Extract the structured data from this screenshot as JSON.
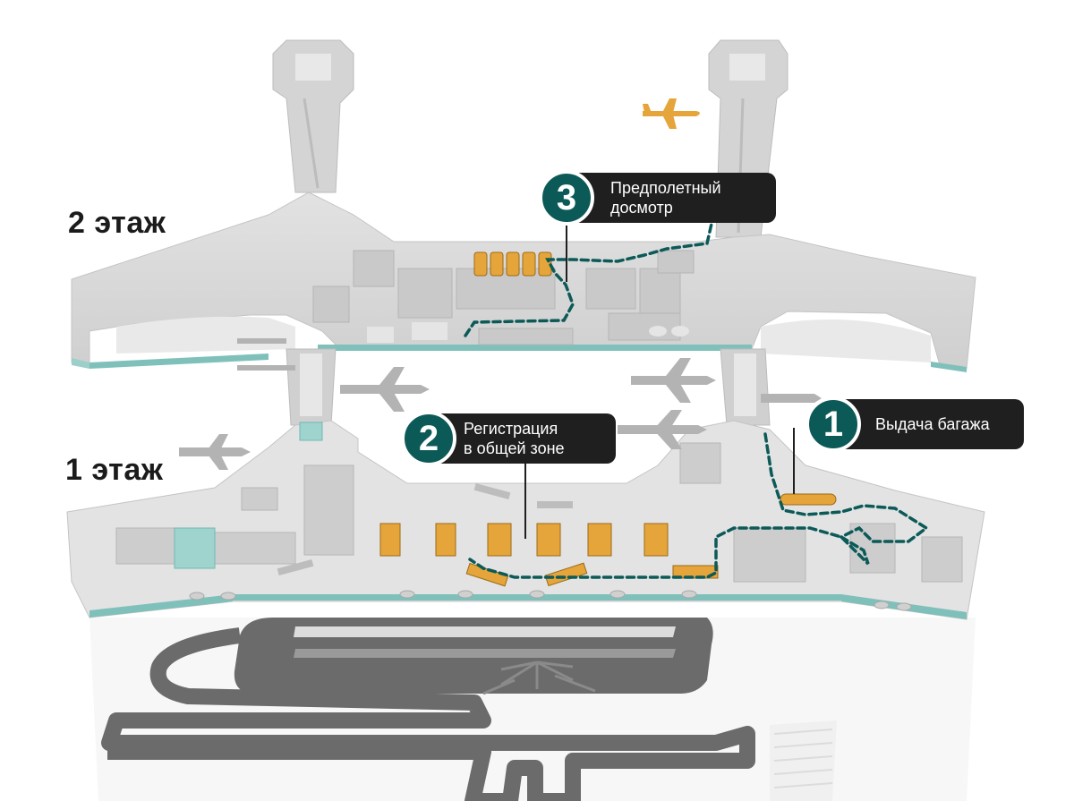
{
  "floors": {
    "upper": "2 этаж",
    "lower": "1 этаж"
  },
  "callouts": [
    {
      "number": "1",
      "text": "Выдача багажа"
    },
    {
      "number": "2",
      "text": "Регистрация\nв общей зоне"
    },
    {
      "number": "3",
      "text": "Предполетный\nдосмотр"
    }
  ],
  "colors": {
    "accent": "#0c5a58",
    "callout_bg": "#1f1f1f",
    "facility": "#e6a53a",
    "building": "#d9d9d9",
    "glass": "#6fb9b3",
    "runway": "#6b6b6b"
  },
  "icons": [
    "airplane-icon"
  ]
}
